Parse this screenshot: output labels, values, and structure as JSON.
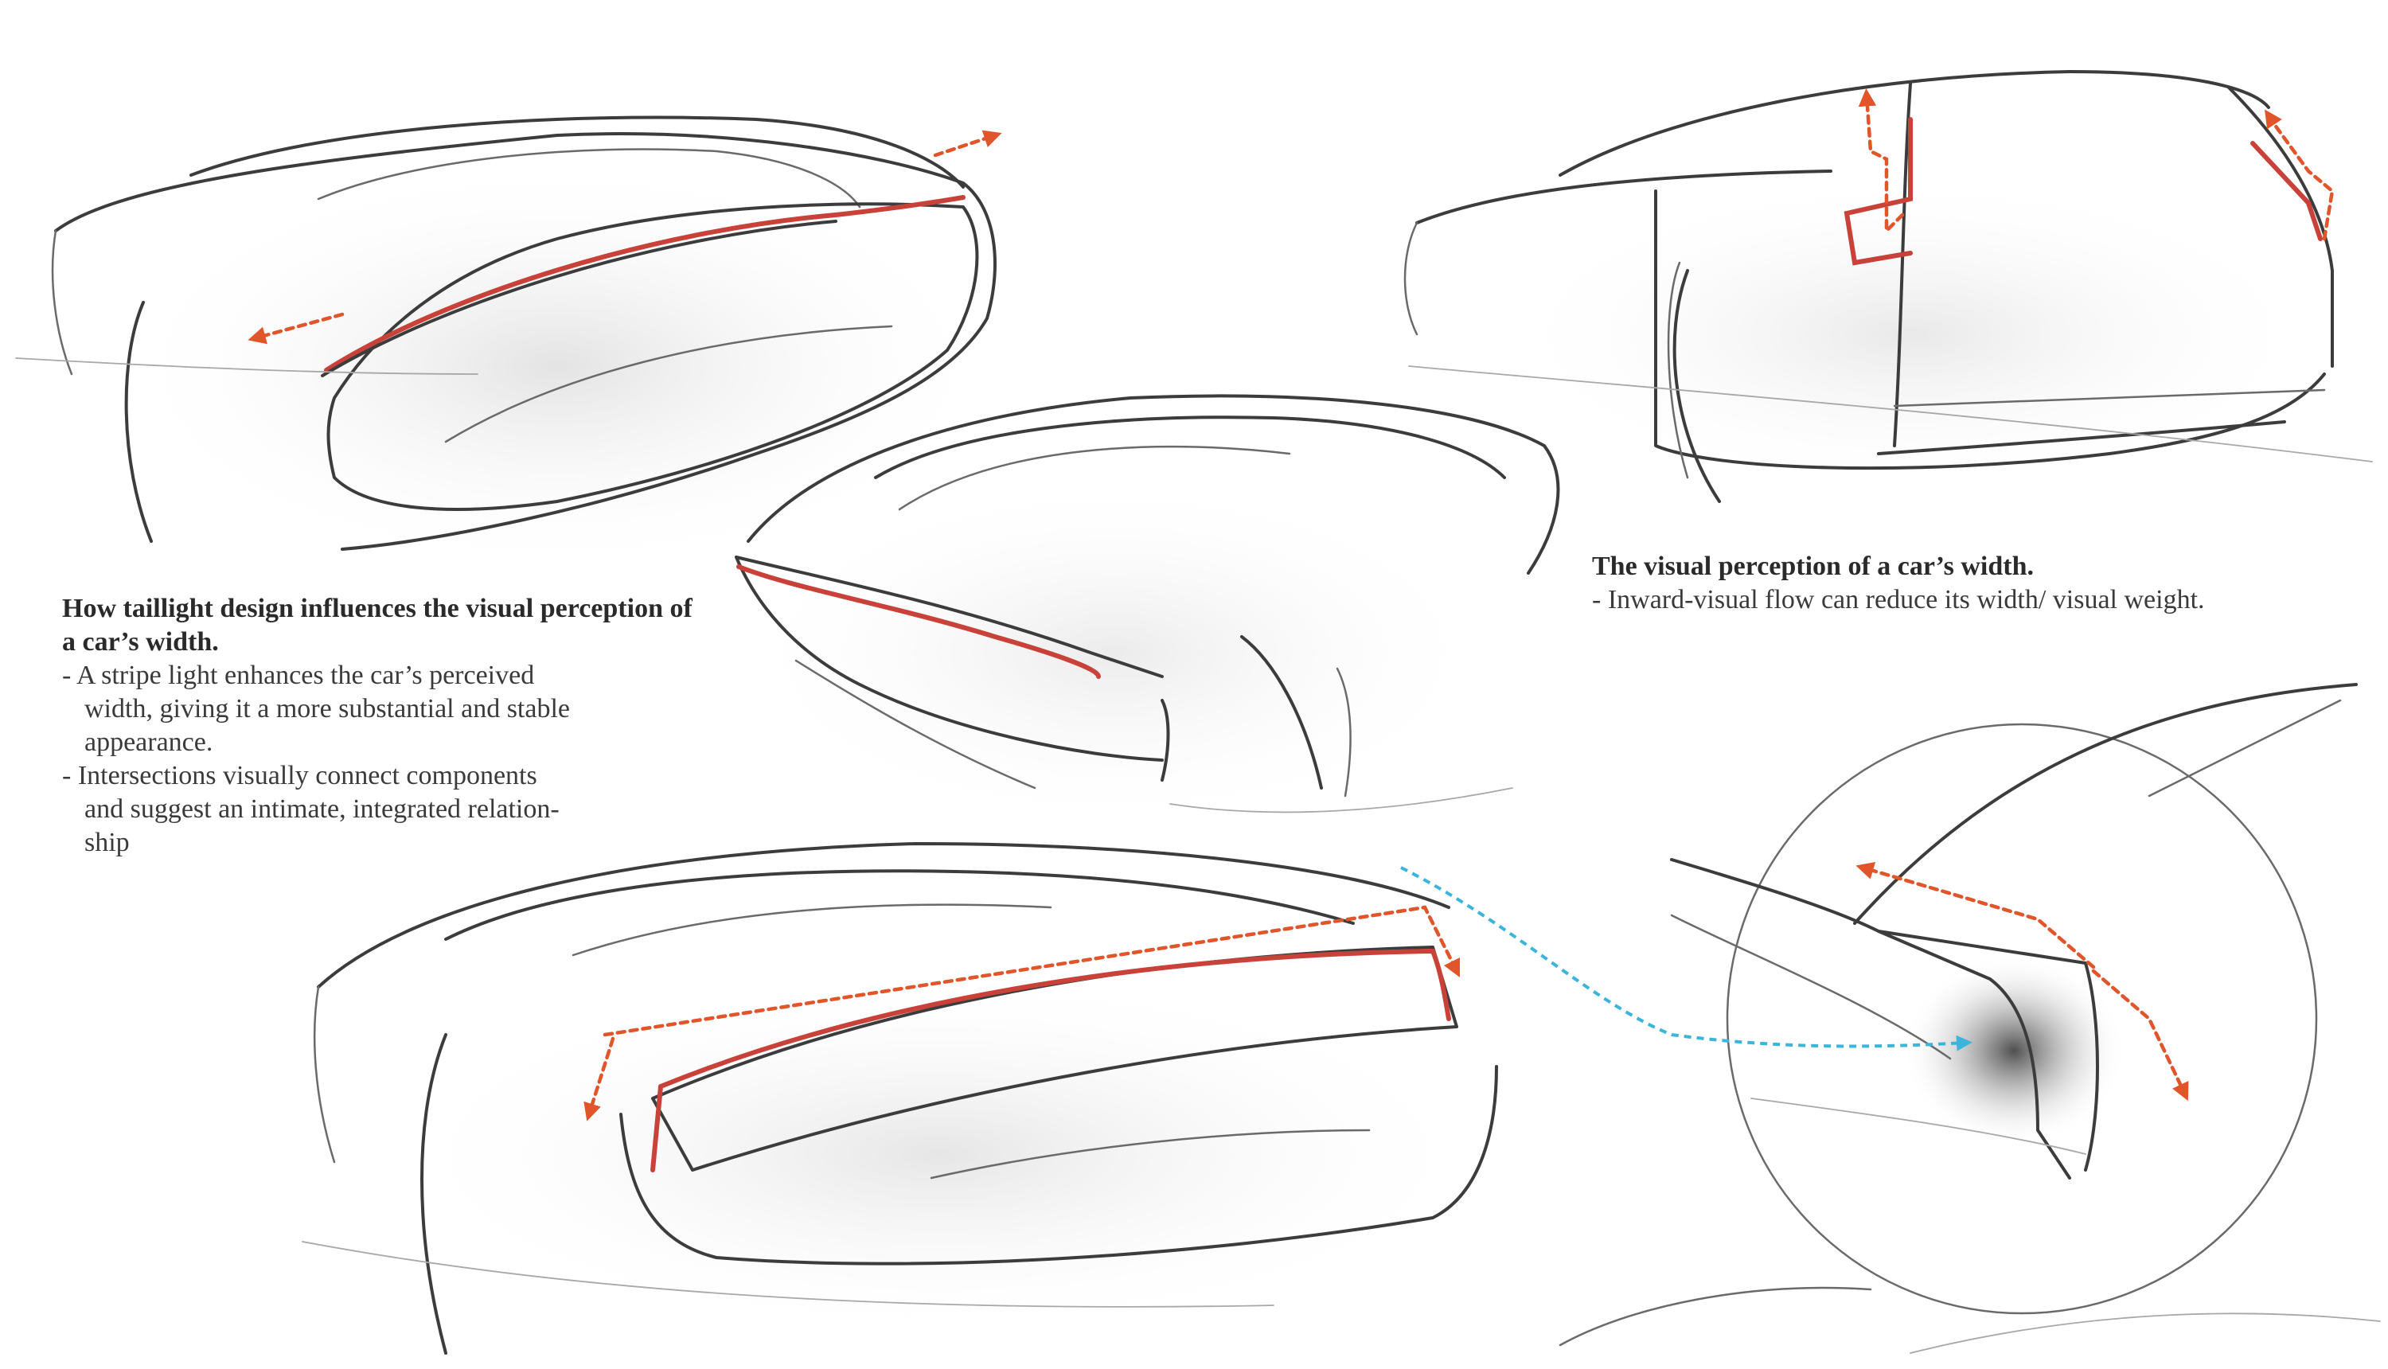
{
  "notes": {
    "left": {
      "heading": "How taillight design influences the visual perception of a car’s width.",
      "bullet1_line1": "- A stripe light enhances the car’s perceived",
      "bullet1_line2": "width, giving it a more substantial and stable",
      "bullet1_line3": "appearance.",
      "bullet2_line1": "-  Intersections visually connect components",
      "bullet2_line2": "and suggest an intimate, integrated relation-",
      "bullet2_line3": "ship"
    },
    "right": {
      "heading": "The visual perception of a car’s width.",
      "bullet1": "- Inward-visual flow can reduce its width/ visual weight."
    }
  },
  "colors": {
    "background": "#ffffff",
    "pencil": "#3c3c3c",
    "taillight_red": "#c8423a",
    "flow_arrow_orange": "#e0552a",
    "flow_arrow_blue": "#3db4dc"
  }
}
